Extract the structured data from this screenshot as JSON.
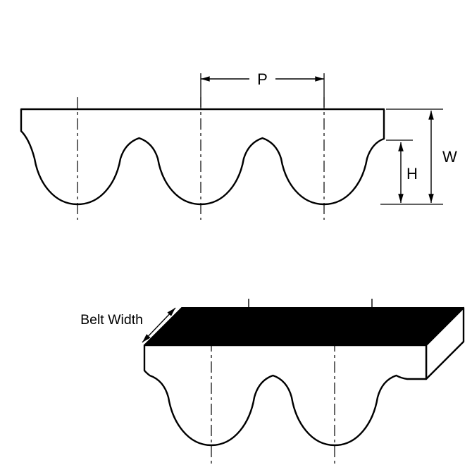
{
  "diagram": {
    "type": "belt-profile-technical-drawing",
    "dimension_labels": {
      "pitch": "P",
      "overall_thickness": "W",
      "tooth_height": "H",
      "belt_width": "Belt Width"
    },
    "colors": {
      "line": "#000000",
      "belt_fill": "#ffffff",
      "belt_top_surface": "#000000",
      "background": "#ffffff"
    }
  }
}
